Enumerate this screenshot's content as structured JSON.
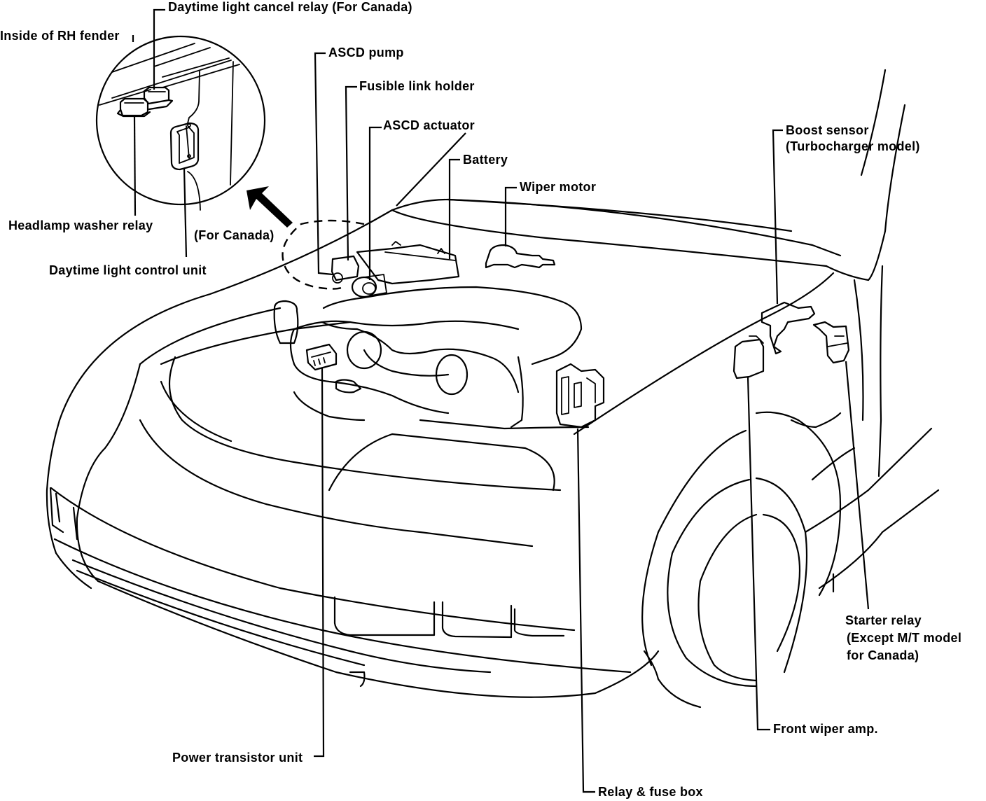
{
  "diagram": {
    "subject": "Engine compartment component location (front of vehicle)",
    "colors": {
      "line": "#000000",
      "background": "#ffffff"
    },
    "labels": {
      "daytime_light_cancel_relay": "Daytime light cancel relay (For Canada)",
      "inside_rh_fender": "Inside of RH fender",
      "asc_pump": "ASCD pump",
      "fusible_link_holder": "Fusible link holder",
      "asc_actuator": "ASCD actuator",
      "battery": "Battery",
      "wiper_motor": "Wiper motor",
      "boost_sensor_line1": "Boost sensor",
      "boost_sensor_line2": "(Turbocharger model)",
      "headlamp_washer_relay": "Headlamp washer relay",
      "for_canada": "(For Canada)",
      "daytime_light_control_unit": "Daytime light control unit",
      "starter_relay_line1": "Starter relay",
      "starter_relay_line2": "(Except M/T model",
      "starter_relay_line3": "for Canada)",
      "front_wiper_amp": "Front wiper amp.",
      "power_transistor_unit": "Power transistor unit",
      "relay_fuse_box": "Relay & fuse box"
    },
    "icons": {
      "detail_arrow": "arrow-icon",
      "detail_inset": "magnified-inset-circle"
    }
  }
}
